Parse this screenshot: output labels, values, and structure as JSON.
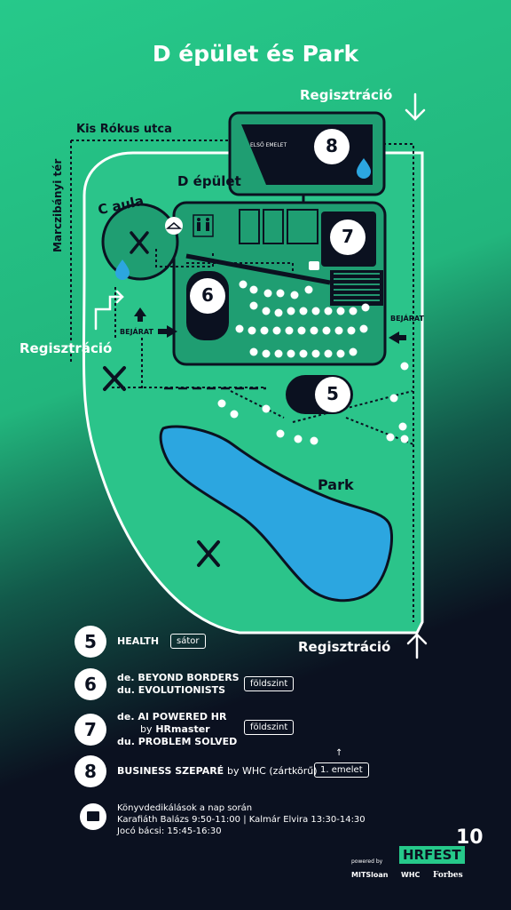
{
  "title": "D épület és Park",
  "map": {
    "registration_label": "Regisztráció",
    "street_kis_rokus": "Kis Rókus utca",
    "street_marczibanyi": "Marczibányi tér",
    "building_d": "D épület",
    "c_aula": "C aula",
    "park": "Park",
    "entrance": "BEJÁRAT",
    "first_floor_small": "ELSŐ EMELET",
    "markers": [
      "8",
      "7",
      "6",
      "5"
    ],
    "colors": {
      "park": "#2bc48a",
      "building": "#1f9e72",
      "lake": "#2ca6e0",
      "dark": "#0b1120"
    }
  },
  "legend": [
    {
      "number": "5",
      "lines": [
        [
          "",
          "HEALTH",
          ""
        ]
      ],
      "tag": "sátor"
    },
    {
      "number": "6",
      "lines": [
        [
          "de.",
          "BEYOND BORDERS",
          ""
        ],
        [
          "du.",
          "EVOLUTIONISTS",
          ""
        ]
      ],
      "tag": "földszint"
    },
    {
      "number": "7",
      "lines": [
        [
          "de.",
          "AI POWERED HR",
          ""
        ],
        [
          "",
          "HRmaster",
          "by"
        ],
        [
          "du.",
          "PROBLEM SOLVED",
          ""
        ]
      ],
      "tag": "földszint"
    },
    {
      "number": "8",
      "lines": [
        [
          "",
          "BUSINESS SZEPARÉ",
          "by WHC (zártkörű)"
        ]
      ],
      "tag": "1. emelet"
    }
  ],
  "book_signing": {
    "title": "Könyvdedikálások a nap során",
    "line1": "Karafiáth Balázs 9:50-11:00 | Kalmár Elvira 13:30-14:30",
    "line2": "Jocó bácsi: 15:45-16:30"
  },
  "branding": {
    "powered_by": "powered by",
    "event": "HRFEST",
    "edition": "10",
    "partners": [
      "MITSloan",
      "WHC",
      "Forbes"
    ]
  }
}
